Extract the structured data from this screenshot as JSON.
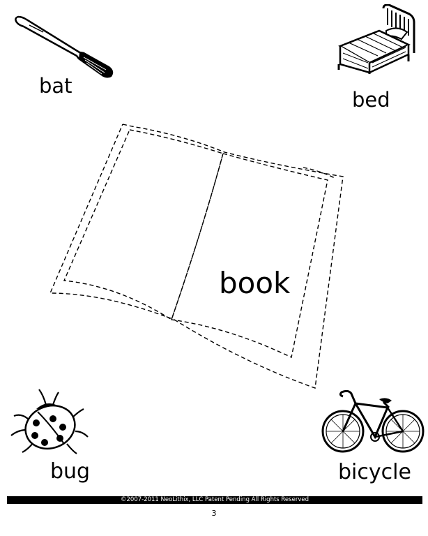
{
  "words": {
    "bat": "bat",
    "bed": "bed",
    "book": "book",
    "bug": "bug",
    "bicycle": "bicycle"
  },
  "footer": {
    "copyright": "©2007-2011  NeoLithix, LLC  Patent Pending  All Rights Reserved",
    "page_number": "3"
  }
}
